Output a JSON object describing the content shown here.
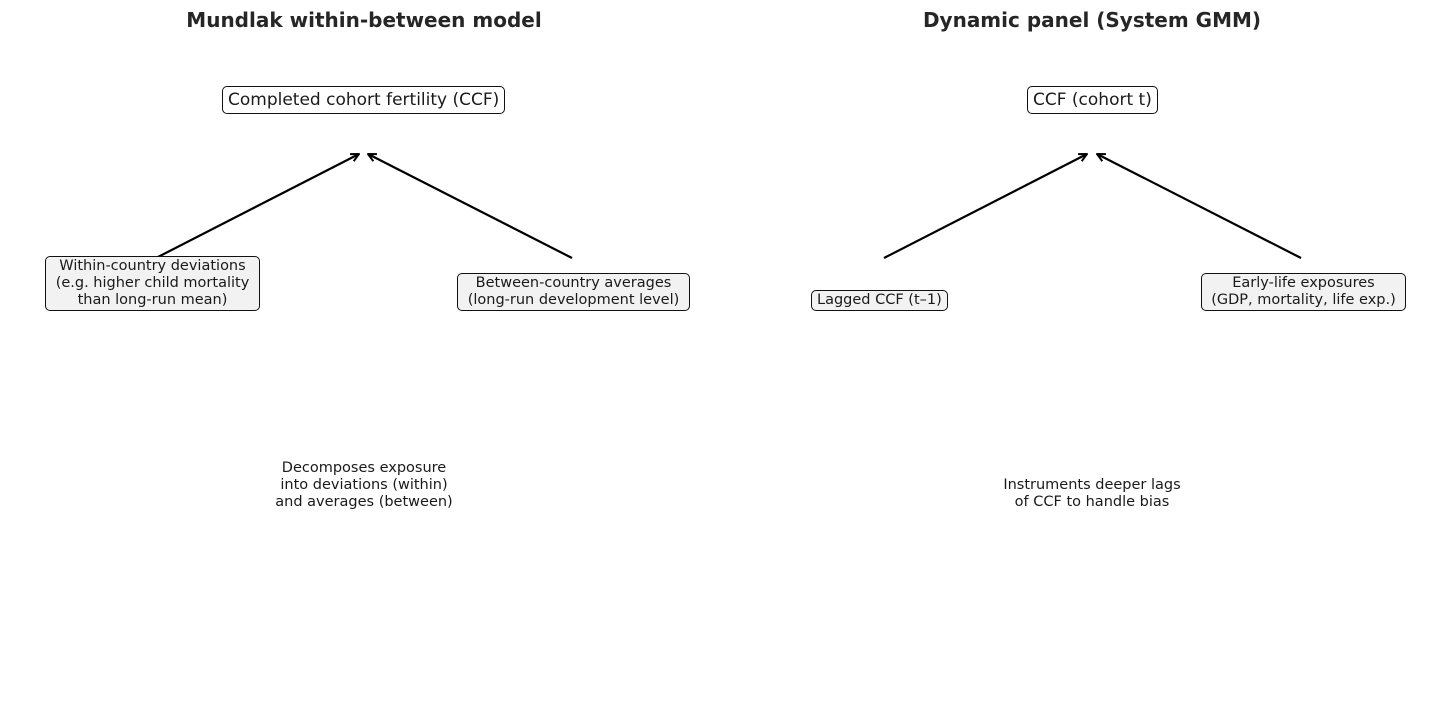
{
  "panels": {
    "mundlak": {
      "title": "Mundlak within-between model",
      "outcome": "Completed cohort fertility (CCF)",
      "predictor_left": "Within-country deviations\n(e.g. higher child mortality\nthan long-run mean)",
      "predictor_right": "Between-country averages\n(long-run development level)",
      "note": "Decomposes exposure\ninto deviations (within)\nand averages (between)"
    },
    "gmm": {
      "title": "Dynamic panel (System GMM)",
      "outcome": "CCF (cohort t)",
      "predictor_left": "Lagged CCF (t–1)",
      "predictor_right": "Early-life exposures\n(GDP, mortality, life exp.)",
      "note": "Instruments deeper lags\nof CCF to handle bias"
    }
  },
  "colors": {
    "box_fill": "#f2f2f2",
    "box_border": "#111111",
    "arrow": "#000000",
    "title_text": "#262626"
  }
}
